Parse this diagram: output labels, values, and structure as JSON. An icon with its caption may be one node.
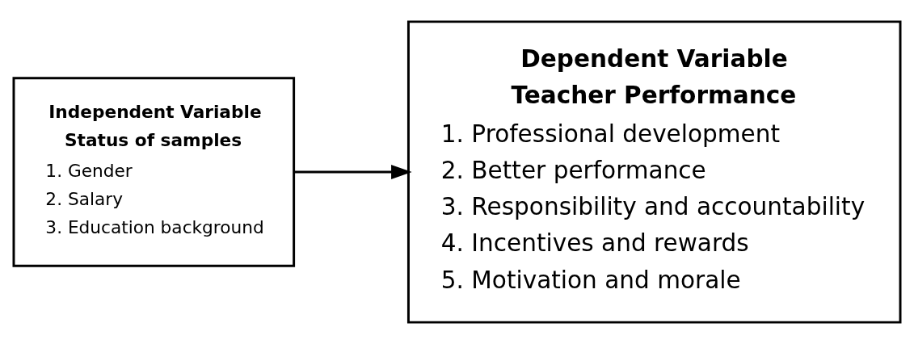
{
  "diagram": {
    "nodes": [
      {
        "text": [
          "Independent Variable",
          "Status of samples",
          "1. Gender",
          "2. Salary",
          "3. Education background"
        ]
      },
      {
        "text": [
          "Dependent Variable",
          "Teacher Performance",
          "1. Professional development",
          "2. Better performance",
          "3. Responsibility and accountability",
          "4. Incentives and rewards",
          "5. Motivation and morale"
        ]
      }
    ],
    "edges": [
      {
        "from": 0,
        "to": 1,
        "arrow": "to"
      }
    ]
  }
}
